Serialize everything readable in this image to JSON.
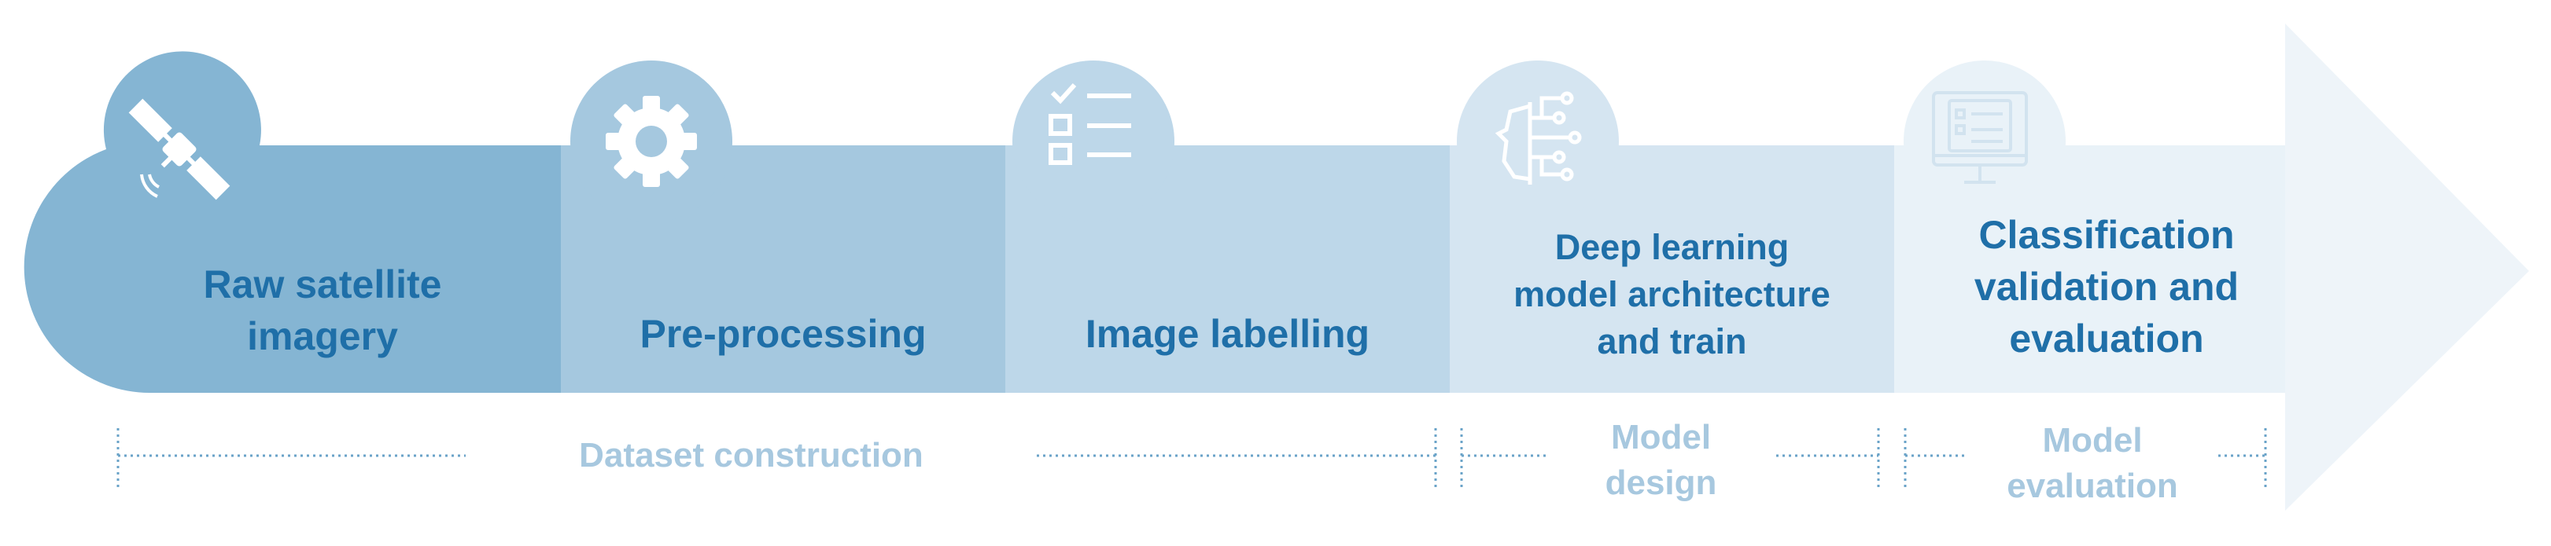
{
  "colors": {
    "stage1": "#85b5d3",
    "stage2": "#a5c8df",
    "stage3": "#bdd7e9",
    "stage4": "#d5e5f1",
    "stage5": "#e9f2f8",
    "arrow": "#eef4f9",
    "label_text": "#1f6fa8",
    "bracket": "#6aa3c8",
    "bracket_text": "#a7c8df",
    "icon": "#ffffff"
  },
  "stages": [
    {
      "label": "Raw satellite\nimagery",
      "icon": "satellite-icon"
    },
    {
      "label": "Pre-processing",
      "icon": "gear-icon"
    },
    {
      "label": "Image labelling",
      "icon": "checklist-icon"
    },
    {
      "label": "Deep learning\nmodel architecture\nand train",
      "icon": "ai-chip-icon"
    },
    {
      "label": "Classification\nvalidation and\nevaluation",
      "icon": "monitor-checklist-icon"
    }
  ],
  "phases": [
    {
      "label": "Dataset construction"
    },
    {
      "label": "Model\ndesign"
    },
    {
      "label": "Model\nevaluation"
    }
  ]
}
